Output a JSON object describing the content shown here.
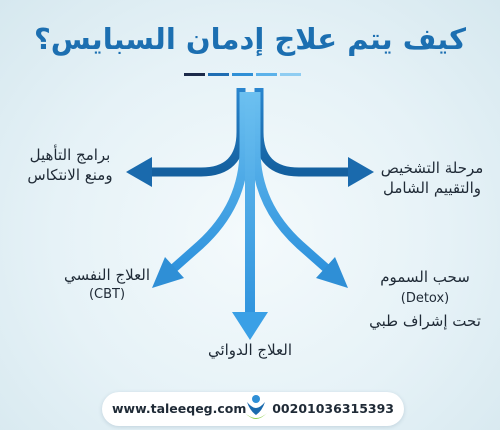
{
  "title": "كيف يتم علاج إدمان السبايس؟",
  "title_underline_colors": [
    "#1c2a4a",
    "#1f6db3",
    "#2f8fd6",
    "#5cb2ea",
    "#8fcdf2"
  ],
  "arrow_colors": {
    "dark": "#1a6aad",
    "light": "#3aa0e6"
  },
  "branches": {
    "rehab": {
      "line1": "برامج التأهيل",
      "line2": "ومنع الانتكاس"
    },
    "diagnosis": {
      "line1": "مرحلة التشخيص",
      "line2": "والتقييم الشامل"
    },
    "psych": {
      "line1": "العلاج النفسي",
      "sub": "(CBT)"
    },
    "detox": {
      "line1": "سحب السموم",
      "sub": "(Detox)",
      "line2": "تحت إشراف طبي"
    },
    "drug": {
      "line1": "العلاج الدوائي"
    }
  },
  "footer": {
    "website": "www.taleeqeg.com",
    "phone": "00201036315393",
    "logo_icon": "taleeq-logo-icon"
  }
}
